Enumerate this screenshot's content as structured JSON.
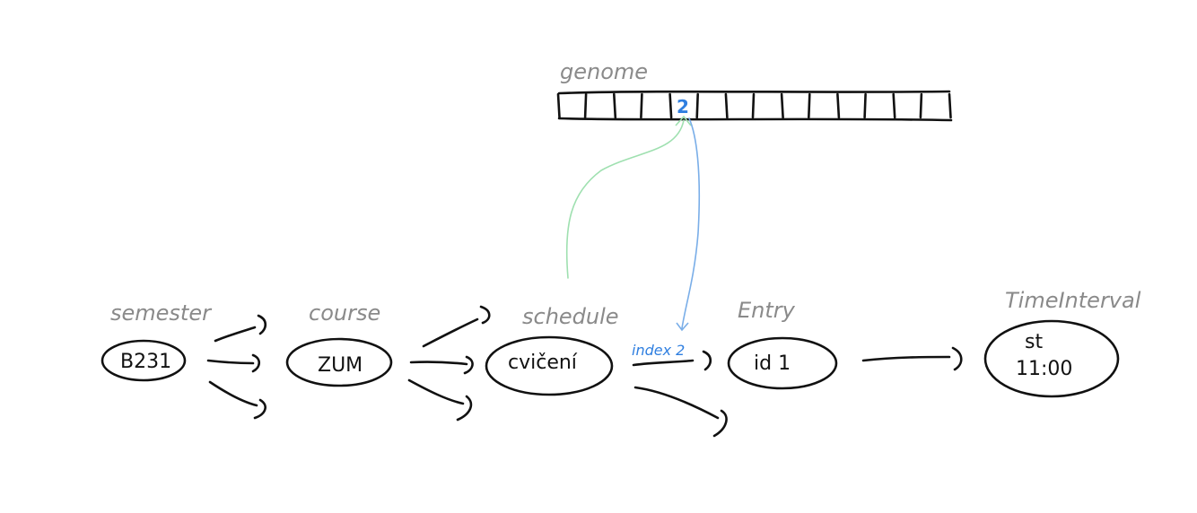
{
  "genome": {
    "label": "genome",
    "marked_index_value": "2",
    "cell_count": 14
  },
  "nodes": {
    "semester": {
      "label": "semester",
      "value": "B231"
    },
    "course": {
      "label": "course",
      "value": "ZUM"
    },
    "schedule": {
      "label": "schedule",
      "value": "cvičení"
    },
    "entry": {
      "label": "Entry",
      "value": "id 1"
    },
    "time_interval": {
      "label": "TimeInterval",
      "value_line1": "st",
      "value_line2": "11:00"
    }
  },
  "annotations": {
    "index_label": "index 2"
  },
  "colors": {
    "ink": "#111111",
    "label_gray": "#8a8a8a",
    "index_blue": "#2f7fe0",
    "arrow_blue": "#7aaee8",
    "arrow_green": "#9fe0b0"
  }
}
